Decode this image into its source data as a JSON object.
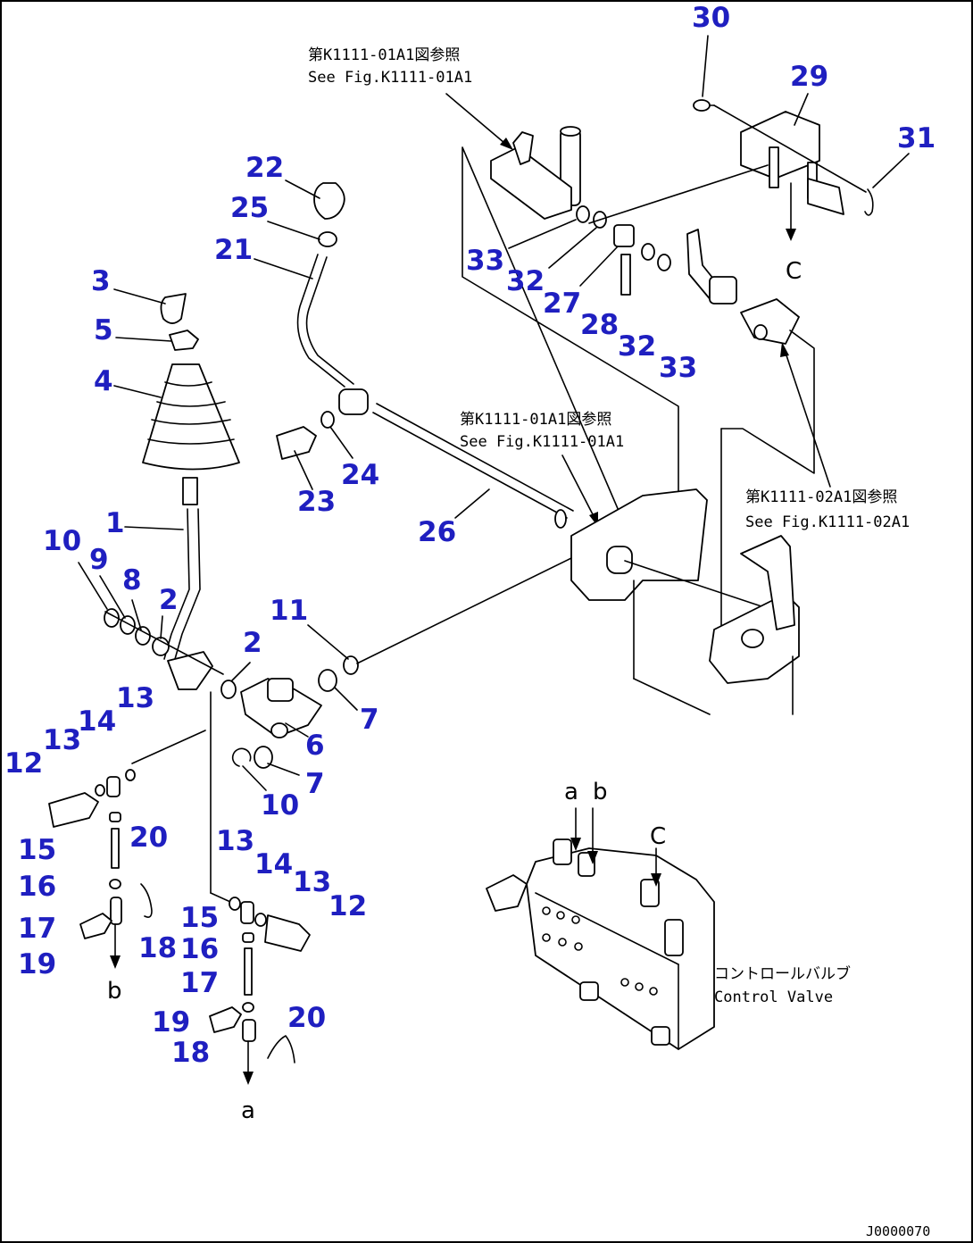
{
  "diagram": {
    "references": {
      "ref_top_jp": "第K1111-01A1図参照",
      "ref_top_en": "See Fig.K1111-01A1",
      "ref_mid_jp": "第K1111-01A1図参照",
      "ref_mid_en": "See Fig.K1111-01A1",
      "ref_right_jp": "第K1111-02A1図参照",
      "ref_right_en": "See Fig.K1111-02A1",
      "valve_jp": "コントロールバルブ",
      "valve_en": "Control Valve"
    },
    "connector_letters": {
      "c_right": "C",
      "a_bottom": "a",
      "b_left": "b",
      "a_valve": "a",
      "b_valve": "b",
      "c_valve": "C"
    },
    "part_numbers": [
      "30",
      "29",
      "31",
      "22",
      "25",
      "21",
      "33",
      "32",
      "27",
      "28",
      "32",
      "33",
      "3",
      "5",
      "4",
      "23",
      "24",
      "26",
      "1",
      "10",
      "9",
      "8",
      "2",
      "11",
      "2",
      "7",
      "6",
      "7",
      "10",
      "13",
      "14",
      "13",
      "12",
      "15",
      "20",
      "16",
      "17",
      "19",
      "18",
      "13",
      "14",
      "13",
      "12",
      "15",
      "16",
      "17",
      "19",
      "18",
      "20"
    ],
    "drawing_code": "J0000070"
  }
}
